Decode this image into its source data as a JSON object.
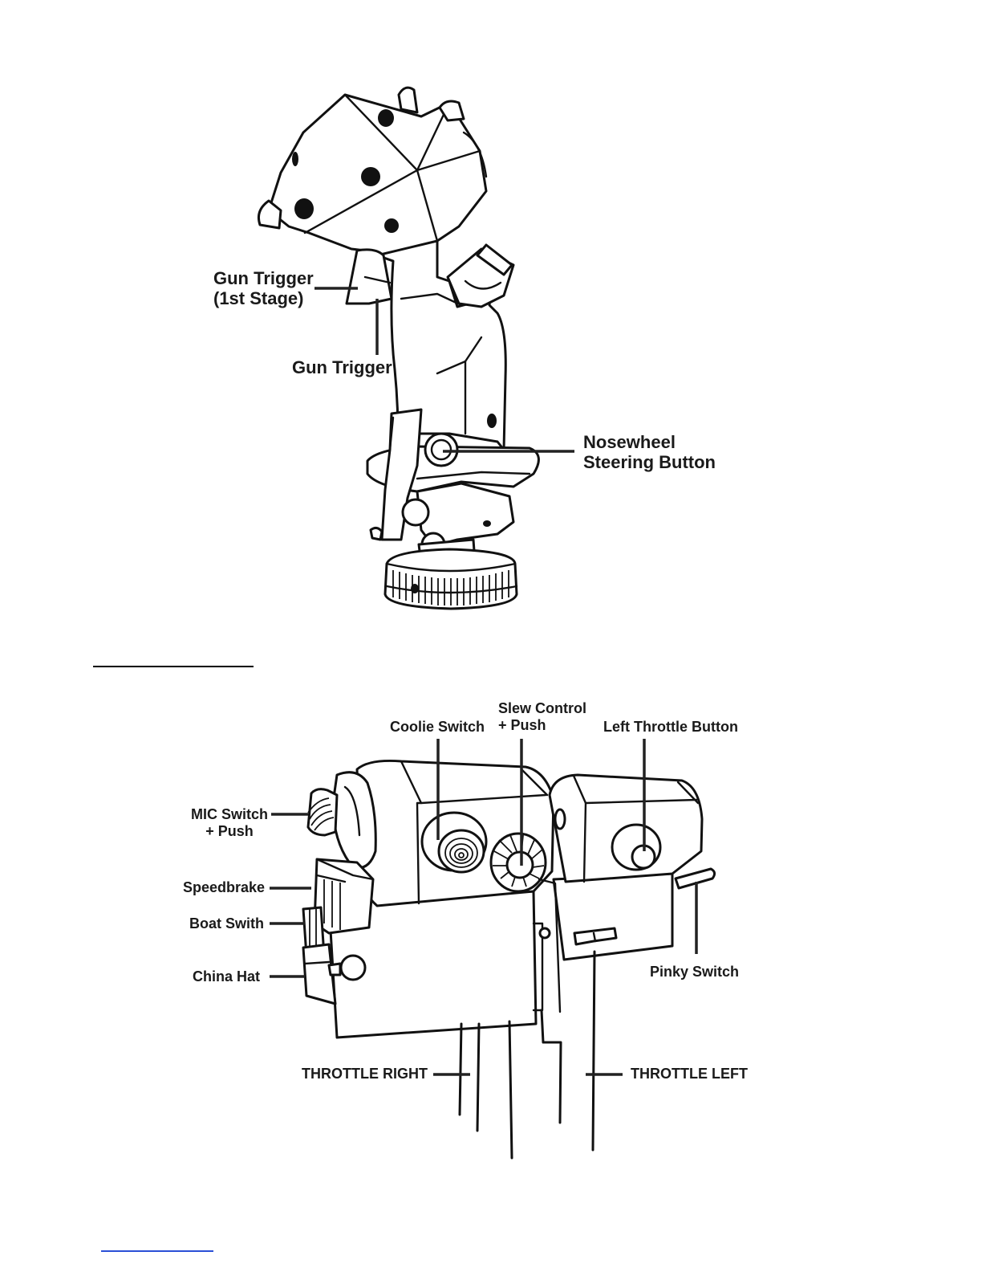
{
  "joystick": {
    "labels": {
      "gun_trigger_1st": "Gun Trigger\n(1st Stage)",
      "gun_trigger": "Gun Trigger",
      "nosewheel": "Nosewheel\nSteering Button"
    }
  },
  "throttle": {
    "labels": {
      "coolie": "Coolie Switch",
      "slew": "Slew Control\n+ Push",
      "left_button": "Left Throttle Button",
      "mic": "MIC Switch\n+ Push",
      "speedbrake": "Speedbrake",
      "boat": "Boat Swith",
      "china": "China Hat",
      "pinky": "Pinky Switch",
      "throttle_right": "THROTTLE RIGHT",
      "throttle_left": "THROTTLE LEFT"
    }
  }
}
